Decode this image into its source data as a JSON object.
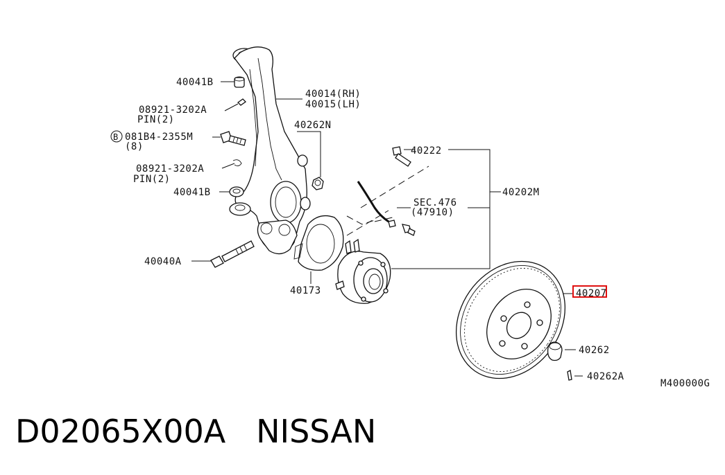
{
  "labels": {
    "l40041b_top": "40041B",
    "l40014": "40014(RH)",
    "l40015": "40015(LH)",
    "l08921_a": "08921-3202A",
    "lpin_a": "PIN(2)",
    "lbolt_circle": "B",
    "lbolt": "081B4-2355M",
    "lbolt_qty": "(8)",
    "l40262n": "40262N",
    "l08921_b": "08921-3202A",
    "lpin_b": "PIN(2)",
    "l40041b_bot": "40041B",
    "l40040a": "40040A",
    "l40173": "40173",
    "l40222": "40222",
    "lsec": "SEC.476",
    "lsec_num": "(47910)",
    "l40202m": "40202M",
    "l40207": "40207",
    "l40262": "40262",
    "l40262a": "40262A",
    "lcode": "M400000G"
  },
  "highlight_color": "#e01010",
  "caption": "D02065X00A   NISSAN"
}
